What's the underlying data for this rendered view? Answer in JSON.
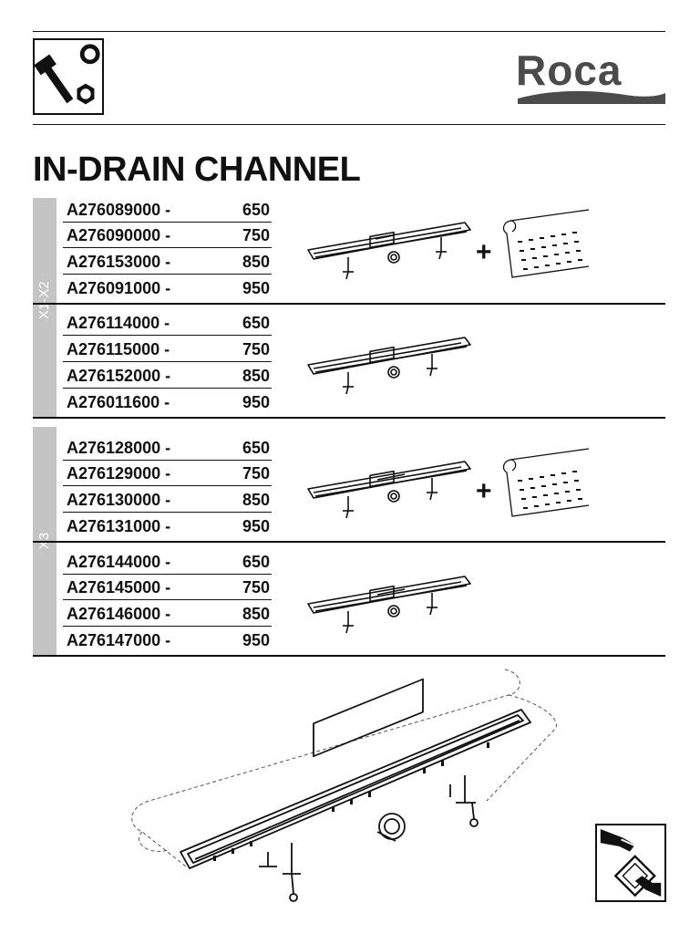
{
  "header": {
    "logo_text": "Roca",
    "tool_icon": "tools-icon"
  },
  "title": "IN-DRAIN CHANNEL",
  "groups": [
    {
      "label": "X1-X2",
      "blocks": [
        {
          "rows": [
            {
              "code": "A276089000 -",
              "size": "650"
            },
            {
              "code": "A276090000 -",
              "size": "750"
            },
            {
              "code": "A276153000 -",
              "size": "850"
            },
            {
              "code": "A276091000 -",
              "size": "950"
            }
          ],
          "includes_grate": true,
          "plus": "+"
        },
        {
          "rows": [
            {
              "code": "A276114000 -",
              "size": "650"
            },
            {
              "code": "A276115000 -",
              "size": "750"
            },
            {
              "code": "A276152000 -",
              "size": "850"
            },
            {
              "code": "A276011600 -",
              "size": "950"
            }
          ],
          "includes_grate": false
        }
      ]
    },
    {
      "label": "X3",
      "blocks": [
        {
          "rows": [
            {
              "code": "A276128000 -",
              "size": "650"
            },
            {
              "code": "A276129000 -",
              "size": "750"
            },
            {
              "code": "A276130000 -",
              "size": "850"
            },
            {
              "code": "A276131000 -",
              "size": "950"
            }
          ],
          "includes_grate": true,
          "plus": "+"
        },
        {
          "rows": [
            {
              "code": "A276144000 -",
              "size": "650"
            },
            {
              "code": "A276145000 -",
              "size": "750"
            },
            {
              "code": "A276146000 -",
              "size": "850"
            },
            {
              "code": "A276147000 -",
              "size": "950"
            }
          ],
          "includes_grate": false
        }
      ]
    }
  ],
  "icons": {
    "care": "handle-with-care-icon"
  }
}
